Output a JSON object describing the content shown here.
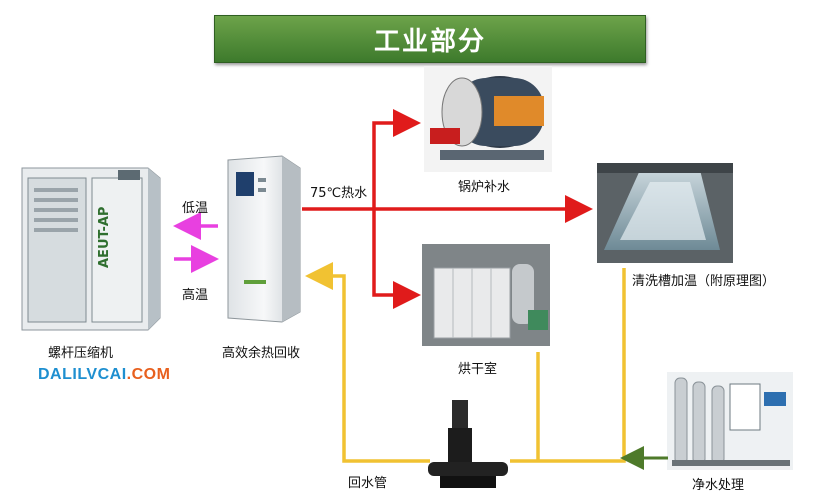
{
  "title": "工业部分",
  "labels": {
    "compressor": "螺杆压缩机",
    "recovery": "高效余热回收",
    "low_temp": "低温",
    "high_temp": "高温",
    "hot_water": "75℃热水",
    "boiler": "锅炉补水",
    "cleaning": "清洗槽加温（附原理图）",
    "drying": "烘干室",
    "pure_water": "净水处理",
    "return_pipe": "回水管",
    "compressor_model": "AEUT-AP"
  },
  "brand": {
    "main": "DALILVCAI",
    "suffix": ".COM"
  },
  "colors": {
    "title_bg": "#4f8d38",
    "hot_arrow": "#e01b1b",
    "return_arrow": "#f1c232",
    "temp_arrow": "#e840e0",
    "pure_arrow": "#4e7a2a",
    "brand_blue": "#1e8fd0",
    "brand_orange": "#e8601e"
  }
}
